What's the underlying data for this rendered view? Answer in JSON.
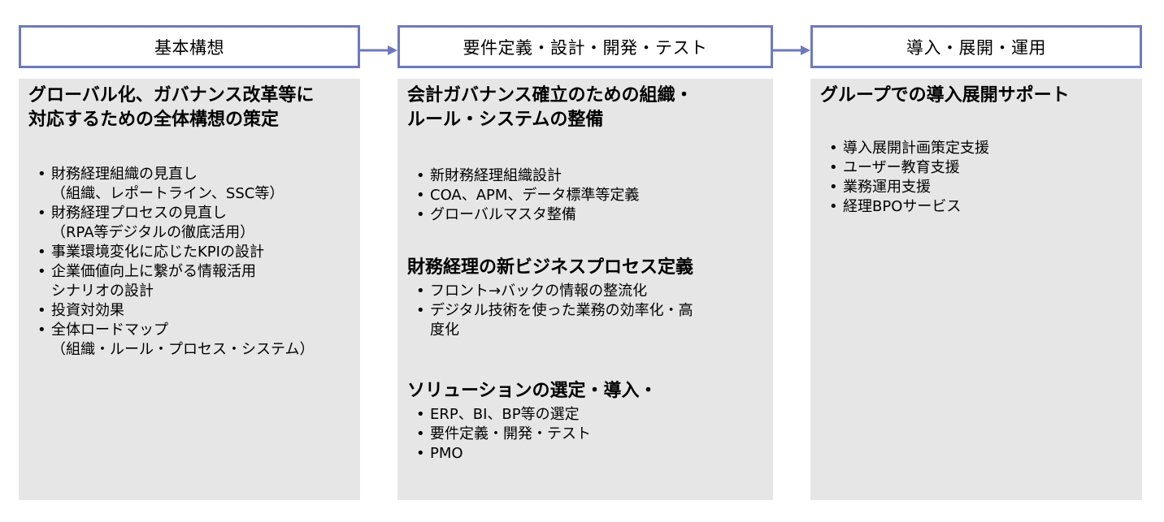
{
  "stages": [
    {
      "title": "基本構想"
    },
    {
      "title": "要件定義・設計・開発・テスト"
    },
    {
      "title": "導入・展開・運用"
    }
  ],
  "arrow_color": "#6b79c4",
  "panel_color": "#e6e6e6",
  "panels": [
    {
      "heading": [
        "グローバル化、ガバナンス改革等に",
        "対応するための全体構想の策定"
      ],
      "items": [
        {
          "line": "財務経理組織の見直し",
          "sub": "（組織、レポートライン、SSC等）"
        },
        {
          "line": "財務経理プロセスの見直し",
          "sub": "（RPA等デジタルの徹底活用）"
        },
        {
          "line": "事業環境変化に応じたKPIの設計"
        },
        {
          "line": "企業価値向上に繋がる情報活用",
          "sub": "シナリオの設計"
        },
        {
          "line": "投資対効果"
        },
        {
          "line": "全体ロードマップ",
          "sub": "（組織・ルール・プロセス・システム）"
        }
      ]
    },
    {
      "sections": [
        {
          "heading": [
            "会計ガバナンス確立のための組織・",
            "ルール・システムの整備"
          ],
          "items": [
            "新財務経理組織設計",
            "COA、APM、データ標準等定義",
            "グローバルマスタ整備"
          ]
        },
        {
          "heading": [
            "財務経理の新ビジネスプロセス定義"
          ],
          "items": [
            "フロント→バックの情報の整流化",
            "デジタル技術を使った業務の効率化・高",
            "度化"
          ]
        },
        {
          "heading": [
            "ソリューションの選定・導入・"
          ],
          "items": [
            "ERP、BI、BP等の選定",
            "要件定義・開発・テスト",
            "PMO"
          ]
        }
      ]
    },
    {
      "heading": [
        "グループでの導入展開サポート"
      ],
      "items": [
        "導入展開計画策定支援",
        "ユーザー教育支援",
        "業務運用支援",
        "経理BPOサービス"
      ]
    }
  ]
}
